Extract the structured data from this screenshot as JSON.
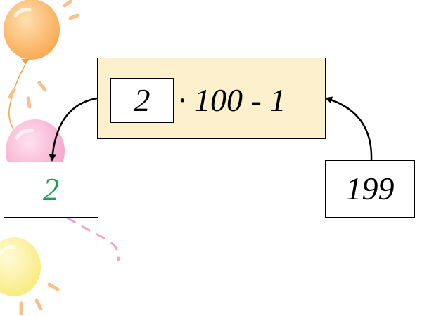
{
  "diagram": {
    "expression": {
      "first_operand": "2",
      "rest": "· 100 - 1"
    },
    "result_value": "2",
    "input_value": "199"
  },
  "colors": {
    "expression_background": "#fdf0cc",
    "result_text": "#1aa04a",
    "balloon_orange": "#f9a74e",
    "balloon_pink": "#f8a8cc",
    "balloon_yellow": "#fbef8a"
  },
  "icons": [
    "balloon-orange-icon",
    "balloon-pink-icon",
    "balloon-yellow-icon",
    "arrow-icon"
  ]
}
